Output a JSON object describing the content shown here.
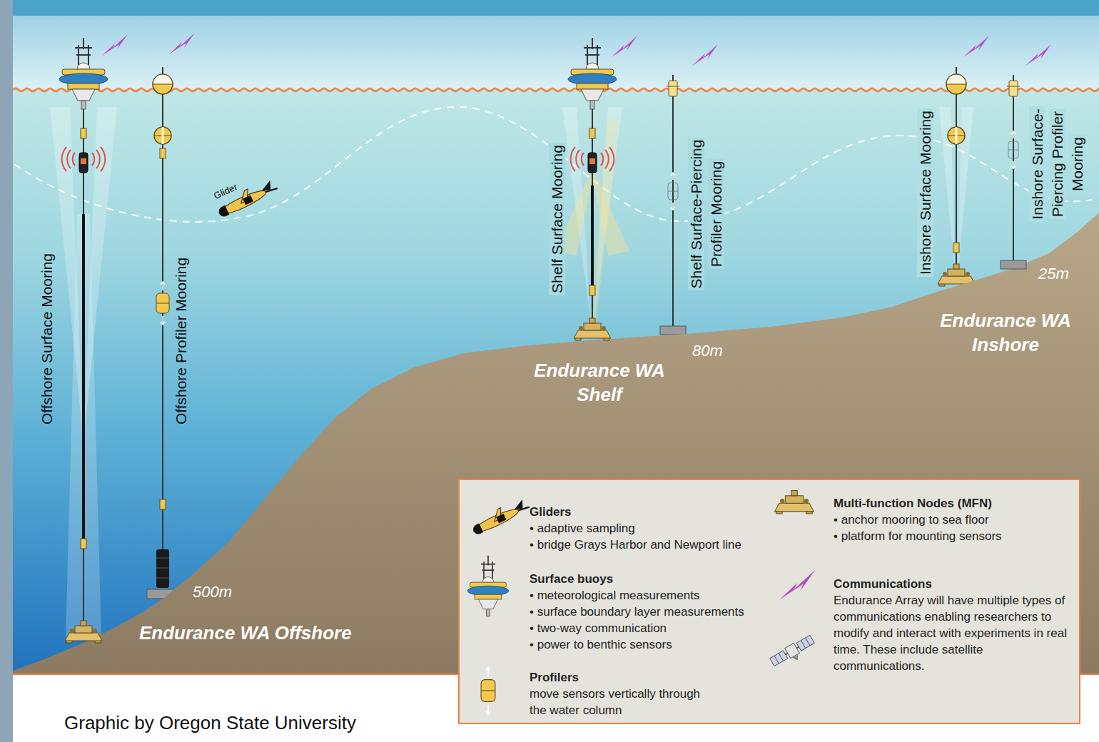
{
  "diagram": {
    "caption": "Graphic by Oregon State University",
    "nodes": [
      {
        "text": [
          "Gliders",
          "• adaptive sampling",
          "• bridge Grays Harbor and Newport line"
        ]
      },
      {
        "text": [
          "Surface buoys",
          "• meteorological measurements",
          "• surface boundary layer measurements",
          "• two-way communication",
          "• power to benthic sensors"
        ]
      },
      {
        "text": [
          "Profilers",
          "move sensors vertically through the water column"
        ]
      },
      {
        "text": [
          "Multi-function Nodes (MFN)",
          "• anchor mooring to sea floor",
          "• platform for mounting sensors"
        ]
      },
      {
        "text": [
          "Communications",
          "Endurance Array will have multiple types of communications enabling researchers to modify and interact with experiments in real time. These include satellite communications."
        ]
      }
    ],
    "labels": [
      "Offshore Surface Mooring",
      "Offshore Profiler Mooring",
      "Glider",
      "Shelf Surface Mooring",
      "Shelf Surface-Piercing Profiler Mooring",
      "Inshore Surface Mooring",
      "Inshore Surface-Piercing Profiler Mooring",
      "500m",
      "80m",
      "25m",
      "Endurance WA Offshore",
      "Endurance WA Shelf",
      "Endurance WA Inshore"
    ]
  }
}
